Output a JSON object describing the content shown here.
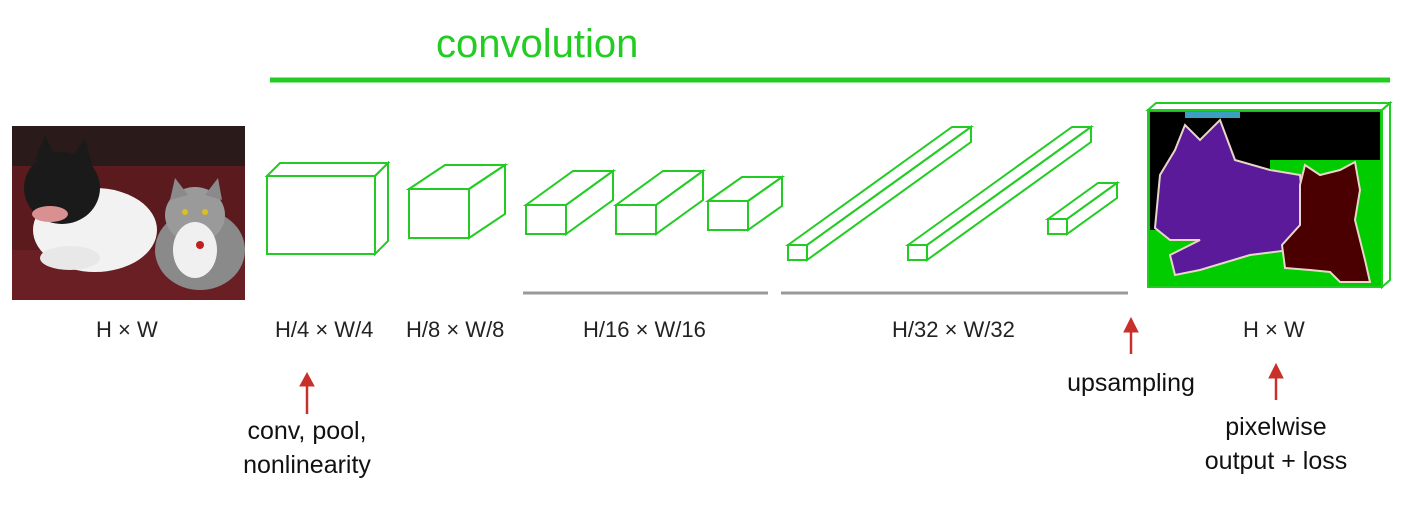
{
  "title": "convolution",
  "colors": {
    "green": "#22cc22",
    "gray": "#9a9a9a",
    "red_arrow": "#c8302a",
    "seg_background": "#00cc00",
    "seg_dog": "#5a1a9a",
    "seg_cat": "#4a0000",
    "seg_sofa": "#000000",
    "seg_boundary": "#e8d7c8"
  },
  "size_labels": {
    "input": "H × W",
    "quarter": "H/4 × W/4",
    "eighth": "H/8 × W/8",
    "sixteenth": "H/16 × W/16",
    "thirtysecond": "H/32 × W/32",
    "output": "H × W"
  },
  "annotations": {
    "conv_pool": [
      "conv, pool,",
      "nonlinearity"
    ],
    "upsampling": "upsampling",
    "pixelwise": [
      "pixelwise",
      "output + loss"
    ]
  },
  "images": {
    "input": "photo of a dog and a cat on a sofa",
    "output": "pixelwise segmentation map"
  },
  "icons": [
    "up-arrow-icon"
  ]
}
